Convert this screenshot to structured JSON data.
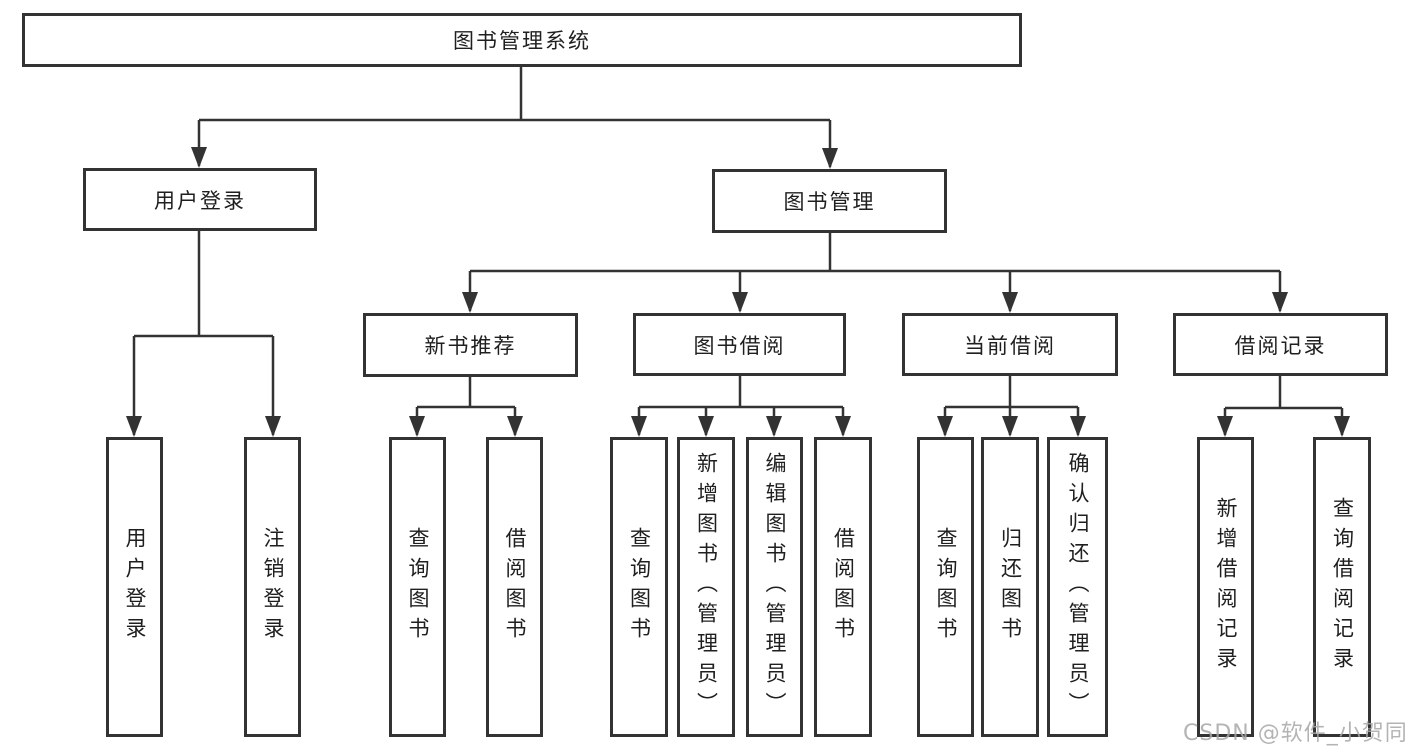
{
  "diagram_title": "图书管理系统",
  "tree": {
    "root": {
      "label": "图书管理系统"
    },
    "branches": [
      {
        "label": "用户登录",
        "leaves": [
          {
            "label": "用户登录"
          },
          {
            "label": "注销登录"
          }
        ]
      },
      {
        "label": "图书管理",
        "subBranches": [
          {
            "label": "新书推荐",
            "leaves": [
              {
                "label": "查询图书"
              },
              {
                "label": "借阅图书"
              }
            ]
          },
          {
            "label": "图书借阅",
            "leaves": [
              {
                "label": "查询图书"
              },
              {
                "label": "新增图书（管理员）"
              },
              {
                "label": "编辑图书（管理员）"
              },
              {
                "label": "借阅图书"
              }
            ]
          },
          {
            "label": "当前借阅",
            "leaves": [
              {
                "label": "查询图书"
              },
              {
                "label": "归还图书"
              },
              {
                "label": "确认归还（管理员）"
              }
            ]
          },
          {
            "label": "借阅记录",
            "leaves": [
              {
                "label": "新增借阅记录"
              },
              {
                "label": "查询借阅记录"
              }
            ]
          }
        ]
      }
    ]
  },
  "watermark": {
    "text": "CSDN @软件_小贺同学",
    "color": "#a8a8a8"
  },
  "colors": {
    "border": "#333333",
    "line": "#333333",
    "text": "#1f1f1f",
    "background": "#ffffff"
  }
}
